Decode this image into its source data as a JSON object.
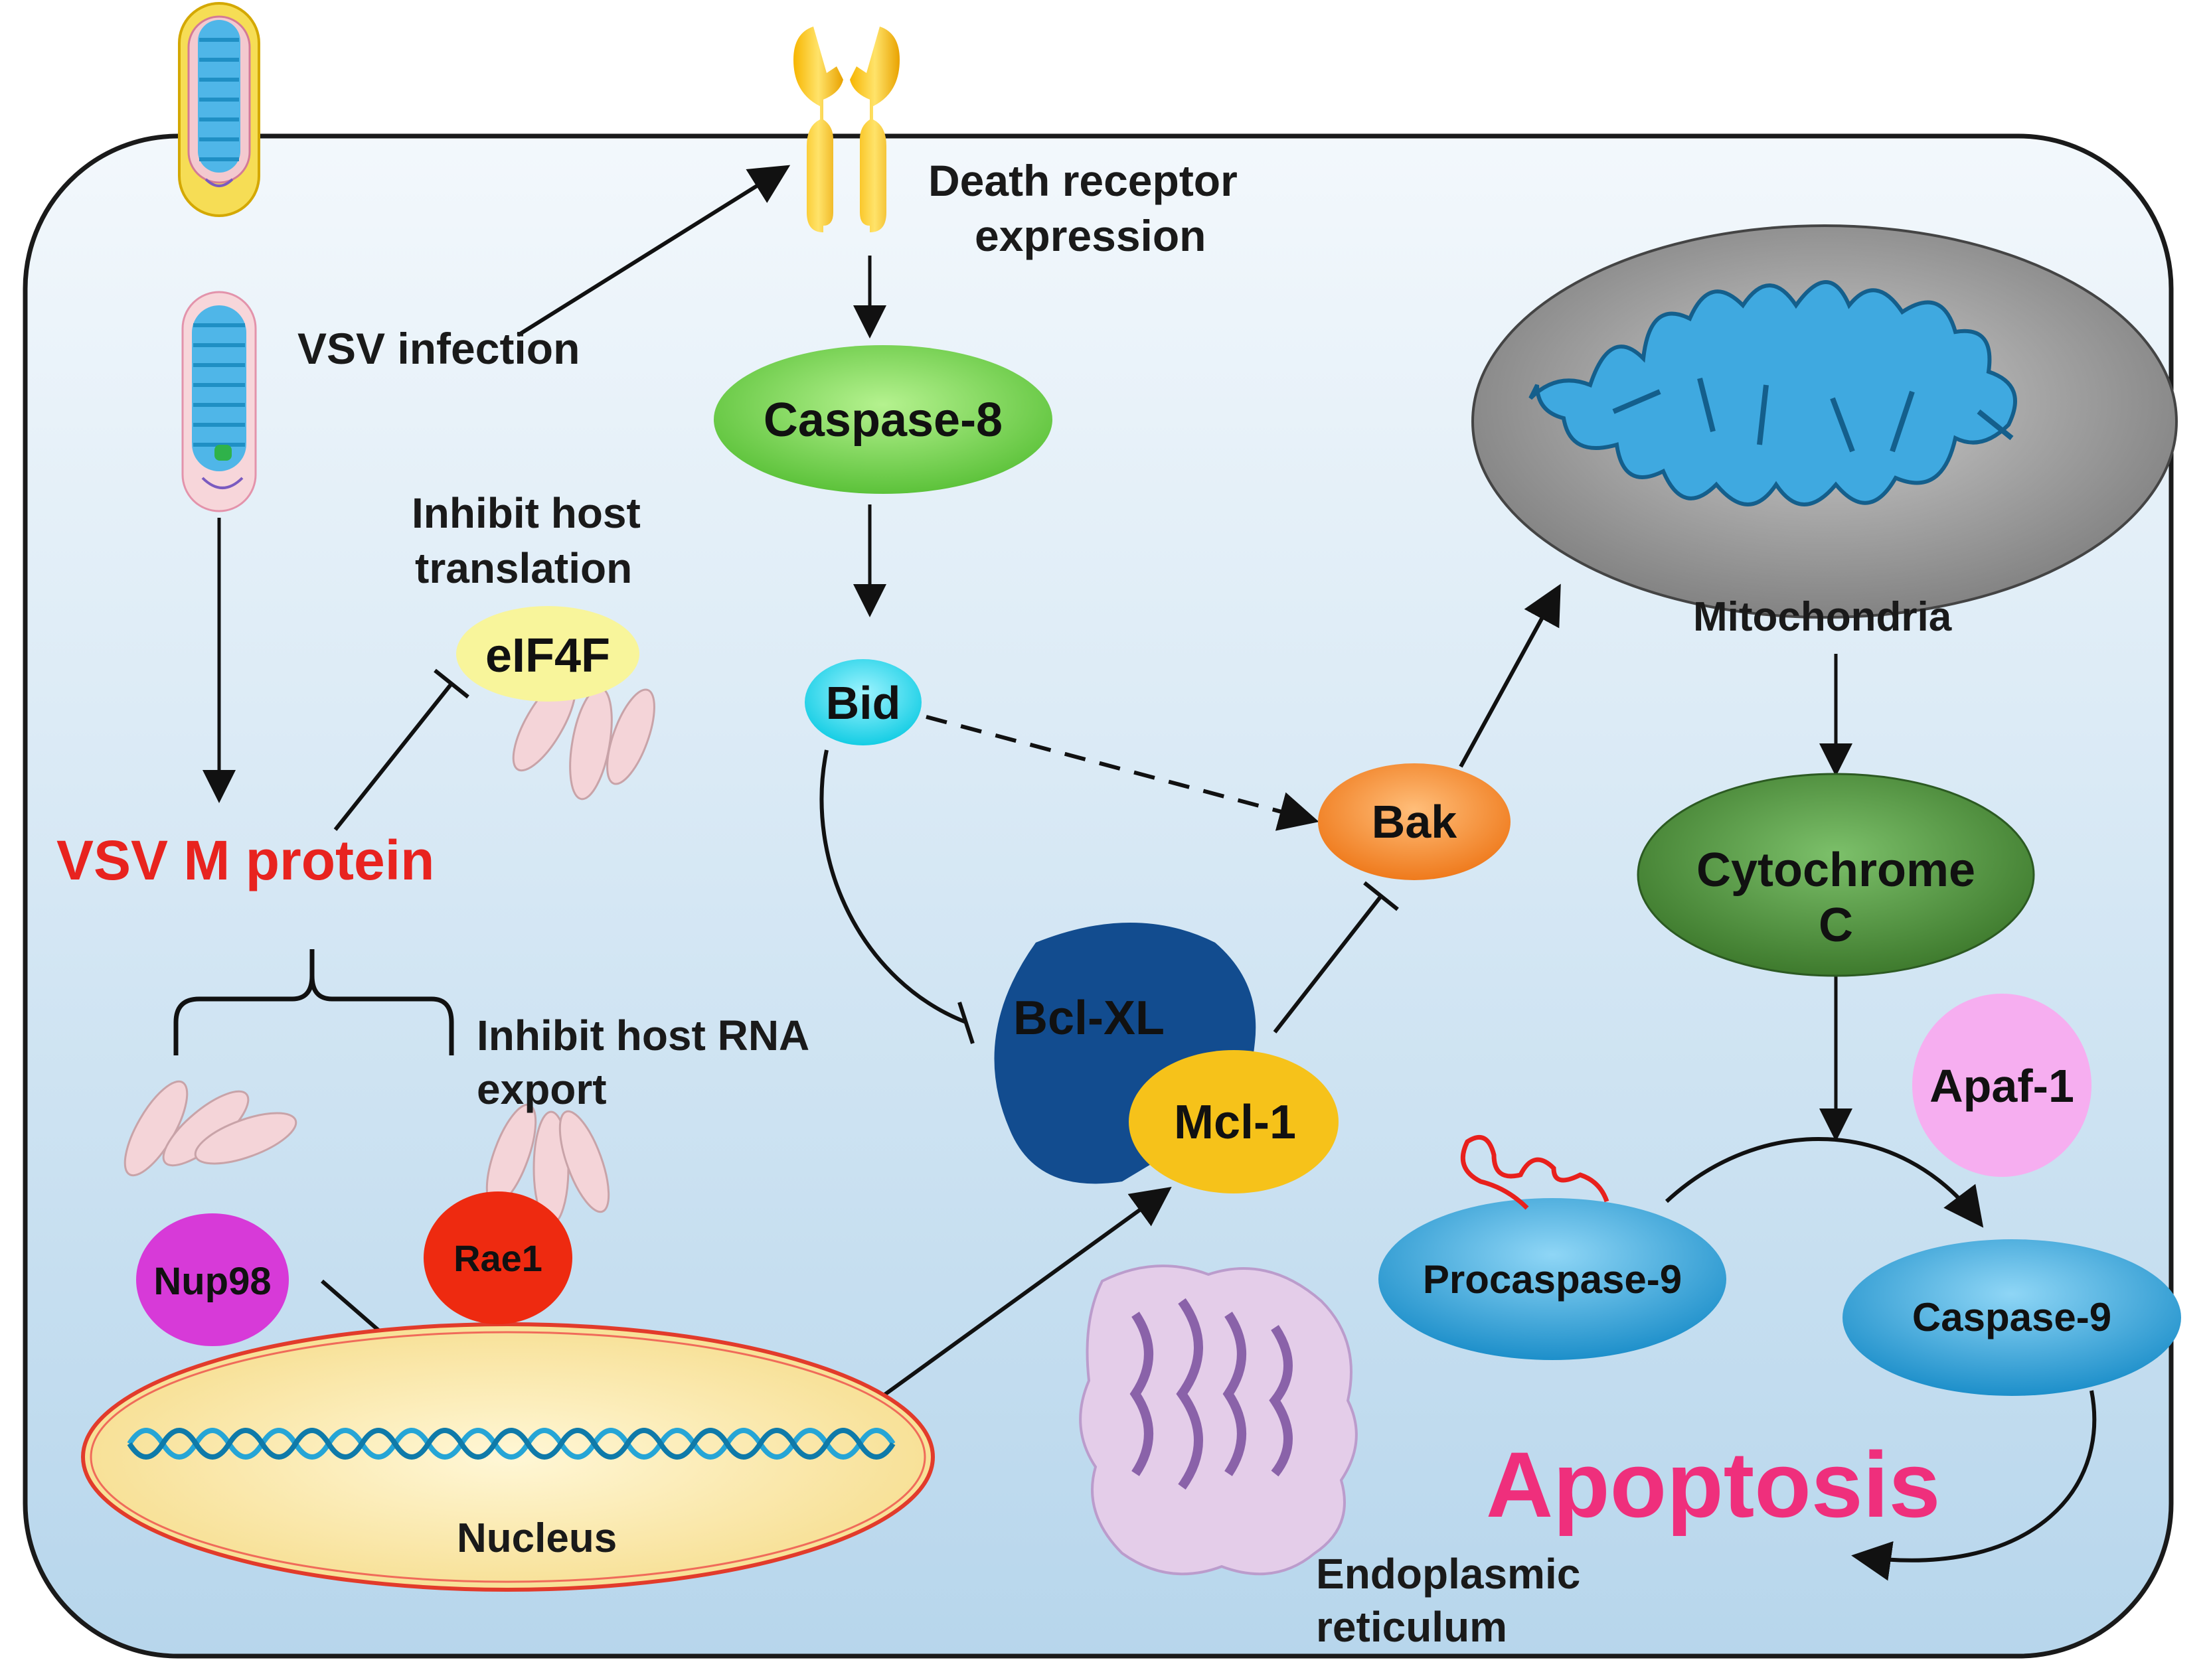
{
  "labels": {
    "death_receptor_line1": "Death receptor",
    "death_receptor_line2": "expression",
    "vsv_infection": "VSV infection",
    "inhibit_translation_line1": "Inhibit host",
    "inhibit_translation_line2": "translation",
    "vsv_m_protein": "VSV M protein",
    "inhibit_rna_export_line1": "Inhibit host RNA",
    "inhibit_rna_export_line2": "export",
    "mitochondria": "Mitochondria",
    "nucleus": "Nucleus",
    "er_line1": "Endoplasmic",
    "er_line2": "reticulum",
    "apoptosis": "Apoptosis"
  },
  "nodes": {
    "caspase8": "Caspase-8",
    "bid": "Bid",
    "bak": "Bak",
    "bclxl": "Bcl-XL",
    "mcl1": "Mcl-1",
    "eif4f": "eIF4F",
    "nup98": "Nup98",
    "rae1": "Rae1",
    "cytochrome_line1": "Cytochrome",
    "cytochrome_line2": "C",
    "apaf1": "Apaf-1",
    "procaspase9": "Procaspase-9",
    "caspase9": "Caspase-9"
  },
  "colors": {
    "vsv_m_protein": "#e8231f",
    "apoptosis": "#ef2f7c",
    "caspase8": "#7ed957",
    "bid": "#2fe0f2",
    "bak": "#f58a2a",
    "bclxl": "#124c8f",
    "mcl1": "#f6c21a",
    "eif4f": "#f8f59b",
    "nup98": "#d73ad8",
    "rae1": "#ee2a10",
    "cytochrome": "#4f8f3a",
    "apaf1": "#f6aef0",
    "caspase9": "#2ba5dc",
    "cell_fill": "#d7e8f3"
  }
}
